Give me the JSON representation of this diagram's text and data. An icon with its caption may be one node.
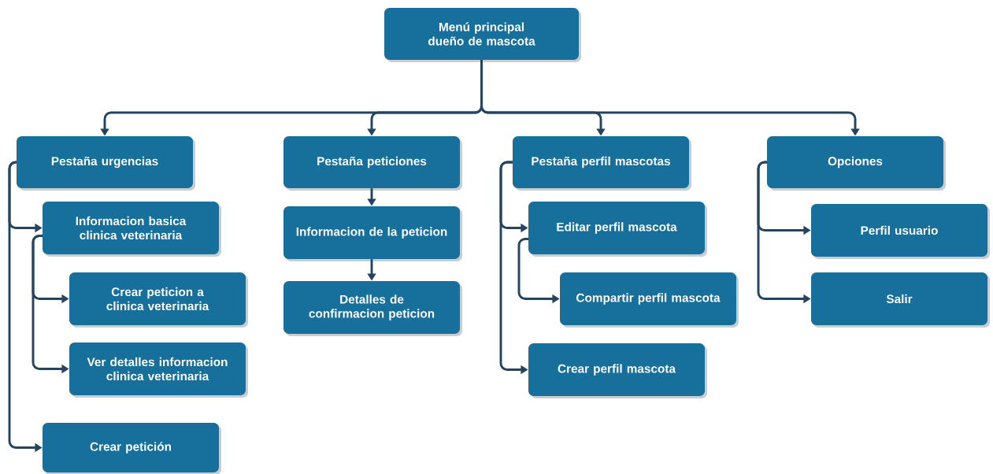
{
  "diagram": {
    "nodes": [
      {
        "text": [
          "Menú principal dueño de mascota"
        ]
      },
      {
        "text": [
          "Pestaña urgencias"
        ]
      },
      {
        "text": [
          "Informacion basica clinica veterinaria"
        ]
      },
      {
        "text": [
          "Crear peticion a clinica veterinaria"
        ]
      },
      {
        "text": [
          "Ver detalles informacion clinica veterinaria"
        ]
      },
      {
        "text": [
          "Crear petición"
        ]
      },
      {
        "text": [
          "Pestaña peticiones"
        ]
      },
      {
        "text": [
          "Informacion de la peticion"
        ]
      },
      {
        "text": [
          "Detalles de confirmacion peticion"
        ]
      },
      {
        "text": [
          "Pestaña perfil mascotas"
        ]
      },
      {
        "text": [
          "Editar perfil mascota"
        ]
      },
      {
        "text": [
          "Compartir perfil mascota"
        ]
      },
      {
        "text": [
          "Crear perfil mascota"
        ]
      },
      {
        "text": [
          "Opciones"
        ]
      },
      {
        "text": [
          "Perfil usuario"
        ]
      },
      {
        "text": [
          "Salir"
        ]
      }
    ],
    "edges": [
      {
        "from": 0,
        "to": 1,
        "arrow": "to"
      },
      {
        "from": 0,
        "to": 6,
        "arrow": "to"
      },
      {
        "from": 0,
        "to": 9,
        "arrow": "to"
      },
      {
        "from": 0,
        "to": 13,
        "arrow": "to"
      },
      {
        "from": 1,
        "to": 2,
        "arrow": "to"
      },
      {
        "from": 1,
        "to": 5,
        "arrow": "to"
      },
      {
        "from": 2,
        "to": 3,
        "arrow": "to"
      },
      {
        "from": 2,
        "to": 4,
        "arrow": "to"
      },
      {
        "from": 6,
        "to": 7,
        "arrow": "to"
      },
      {
        "from": 7,
        "to": 8,
        "arrow": "to"
      },
      {
        "from": 9,
        "to": 10,
        "arrow": "to"
      },
      {
        "from": 9,
        "to": 12,
        "arrow": "to"
      },
      {
        "from": 10,
        "to": 11,
        "arrow": "to"
      },
      {
        "from": 13,
        "to": 14,
        "arrow": "to"
      },
      {
        "from": 13,
        "to": 15,
        "arrow": "to"
      }
    ]
  }
}
